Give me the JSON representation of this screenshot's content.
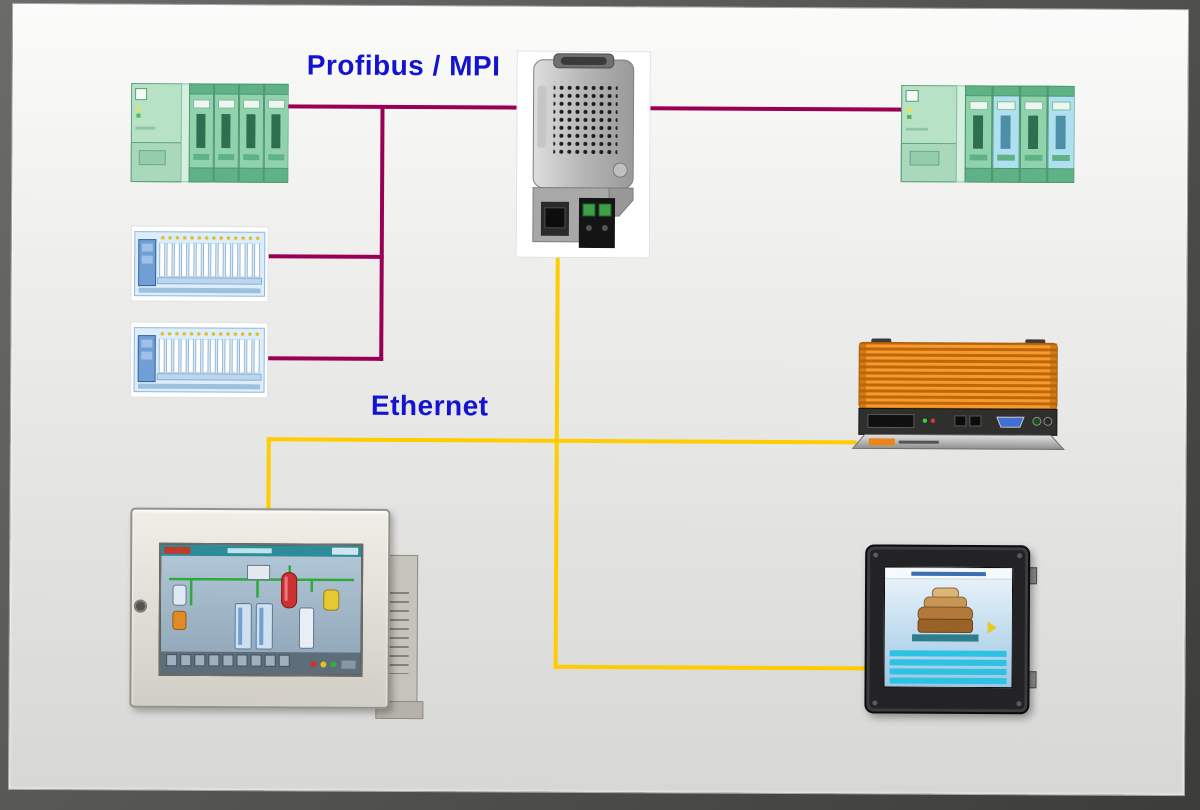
{
  "diagram": {
    "title_labels": {
      "profibus_mpi": "Profibus / MPI",
      "ethernet": "Ethernet"
    },
    "colors": {
      "profibus_line": "#990055",
      "ethernet_line": "#ffcc00",
      "label_text": "#1414d0",
      "page_background": "#e9e9e7"
    },
    "devices": [
      {
        "id": "plc-left",
        "name": "PLC rack with I/O modules (left)"
      },
      {
        "id": "io-module-1",
        "name": "Distributed I/O module 1"
      },
      {
        "id": "io-module-2",
        "name": "Distributed I/O module 2"
      },
      {
        "id": "profibus-connector",
        "name": "Profibus/MPI bus connector gateway"
      },
      {
        "id": "plc-right",
        "name": "PLC rack with I/O modules (right)"
      },
      {
        "id": "industrial-pc",
        "name": "Rugged fanless industrial box PC"
      },
      {
        "id": "panel-pc",
        "name": "Panel PC showing process visualization"
      },
      {
        "id": "hmi-panel",
        "name": "HMI touch panel showing tank graphic"
      }
    ],
    "connections": [
      {
        "from": "plc-left",
        "to": "profibus-connector",
        "network": "Profibus / MPI"
      },
      {
        "from": "io-module-1",
        "to": "profibus-trunk",
        "network": "Profibus / MPI"
      },
      {
        "from": "io-module-2",
        "to": "profibus-trunk",
        "network": "Profibus / MPI"
      },
      {
        "from": "profibus-connector",
        "to": "plc-right",
        "network": "Profibus / MPI"
      },
      {
        "from": "profibus-connector",
        "to": "industrial-pc",
        "network": "Ethernet"
      },
      {
        "from": "profibus-connector",
        "to": "panel-pc",
        "network": "Ethernet"
      },
      {
        "from": "profibus-connector",
        "to": "hmi-panel",
        "network": "Ethernet"
      }
    ]
  }
}
